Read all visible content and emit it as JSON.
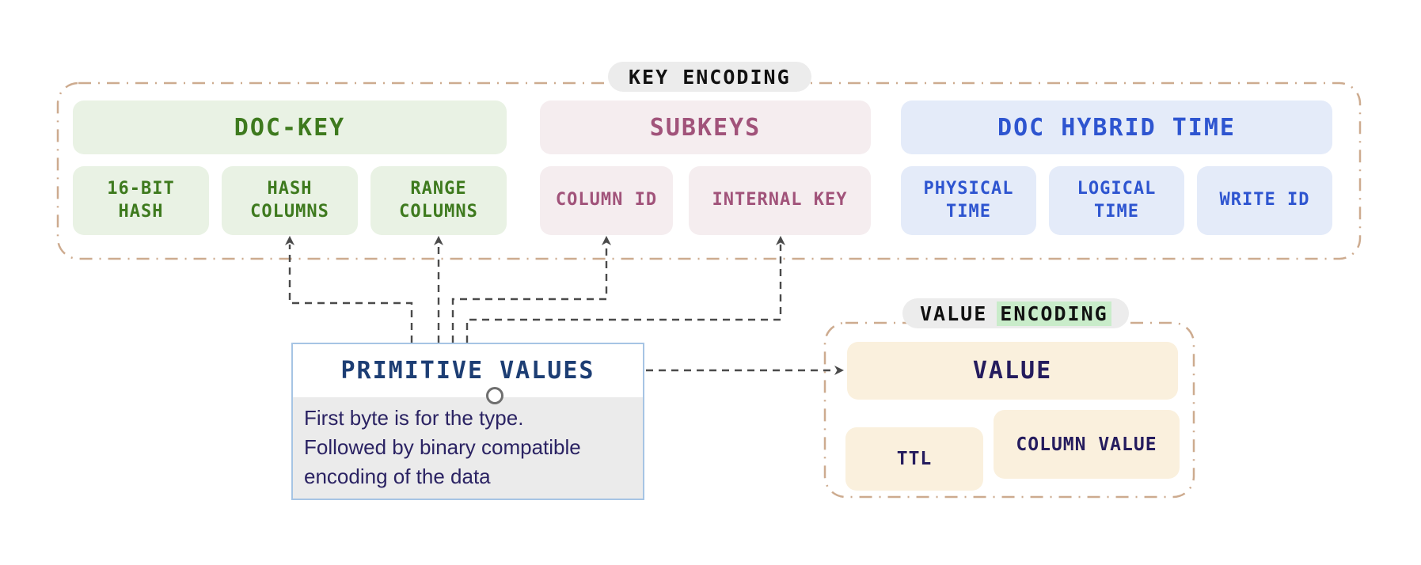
{
  "key_encoding": {
    "label": "KEY ENCODING",
    "groups": [
      {
        "title": "DOC-KEY",
        "items": [
          "16-BIT HASH",
          "HASH COLUMNS",
          "RANGE COLUMNS"
        ]
      },
      {
        "title": "SUBKEYS",
        "items": [
          "COLUMN ID",
          "INTERNAL KEY"
        ]
      },
      {
        "title": "DOC HYBRID TIME",
        "items": [
          "PHYSICAL TIME",
          "LOGICAL TIME",
          "WRITE ID"
        ]
      }
    ]
  },
  "primitive_values": {
    "title": "PRIMITIVE VALUES",
    "description": "First byte is for the type.\nFollowed by binary compatible\nencoding of the data"
  },
  "value_encoding": {
    "label_prefix": "VALUE",
    "label_highlight": "ENCODING",
    "main_box": "VALUE",
    "items": [
      "TTL",
      "COLUMN VALUE"
    ]
  },
  "colors": {
    "doc_key_text": "#3e7a1e",
    "doc_key_bg": "#e9f2e4",
    "subkeys_text": "#a1537a",
    "subkeys_bg": "#f5edef",
    "hybrid_time_text": "#2e55d0",
    "hybrid_time_bg": "#e4ebf9",
    "value_text": "#251c5e",
    "value_bg": "#faf0dd",
    "container_border": "#cdab8f",
    "label_pill_bg": "#ececec",
    "encoding_highlight_bg": "#c9ecca",
    "connector_line": "#4a4a4a",
    "primitive_box_border": "#a6c4e4",
    "primitive_title_text": "#1d3e74",
    "primitive_body_bg": "#ebebeb",
    "primitive_body_text": "#2b2363"
  }
}
